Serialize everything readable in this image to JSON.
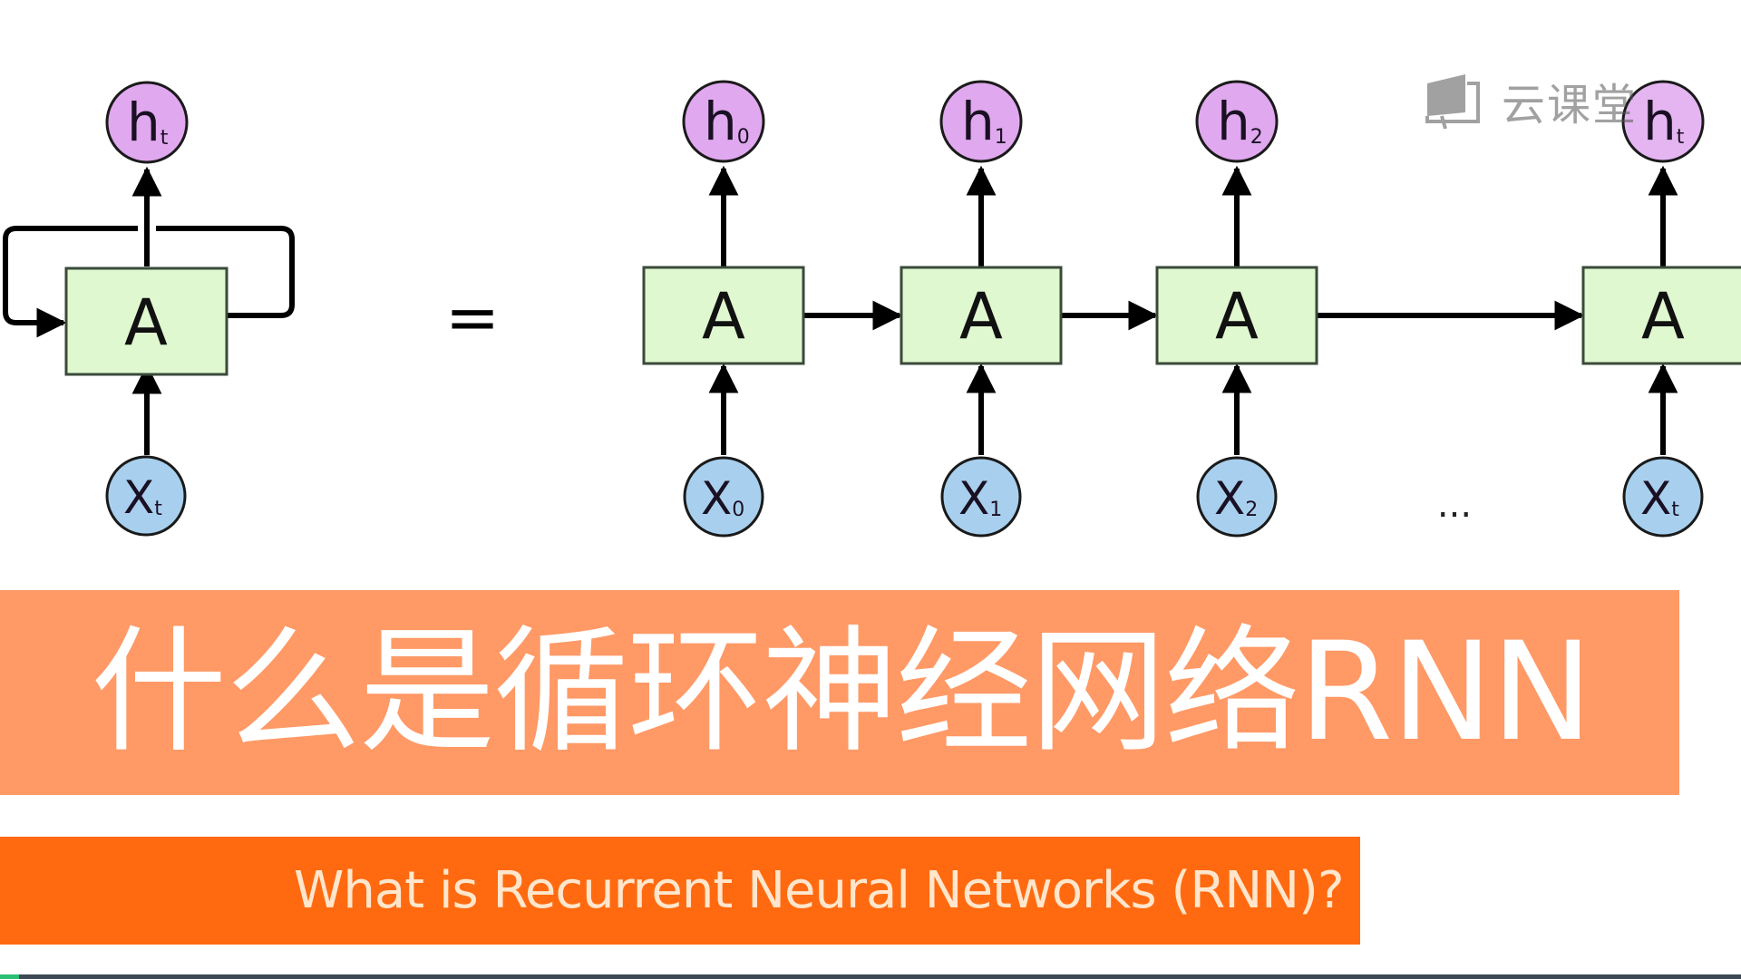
{
  "diagram": {
    "folded": {
      "output": {
        "base": "h",
        "sub": "t"
      },
      "cell": "A",
      "input": {
        "base": "X",
        "sub": "t"
      }
    },
    "equals": "=",
    "unrolled": [
      {
        "output": {
          "base": "h",
          "sub": "0"
        },
        "cell": "A",
        "input": {
          "base": "X",
          "sub": "0"
        }
      },
      {
        "output": {
          "base": "h",
          "sub": "1"
        },
        "cell": "A",
        "input": {
          "base": "X",
          "sub": "1"
        }
      },
      {
        "output": {
          "base": "h",
          "sub": "2"
        },
        "cell": "A",
        "input": {
          "base": "X",
          "sub": "2"
        }
      },
      {
        "output": {
          "base": "h",
          "sub": "t"
        },
        "cell": "A",
        "input": {
          "base": "X",
          "sub": "t"
        }
      }
    ],
    "ellipsis": "...",
    "colors": {
      "output_fill": "#e0a8ee",
      "input_fill": "#a8d0ee",
      "cell_fill": "#e0f8d0",
      "cell_border": "#3a4a3a",
      "line": "#000000"
    }
  },
  "watermark": {
    "icon": "screen-board-icon",
    "text": "云课堂"
  },
  "title": {
    "text": "什么是循环神经网络RNN",
    "background": "#ff9966"
  },
  "subtitle": {
    "text": "What is Recurrent Neural Networks (RNN)?",
    "background": "#ff6a10"
  },
  "video_progress": {
    "fraction": 0.011,
    "fill_color": "#2bbf76",
    "track_color": "#3d4a55"
  }
}
